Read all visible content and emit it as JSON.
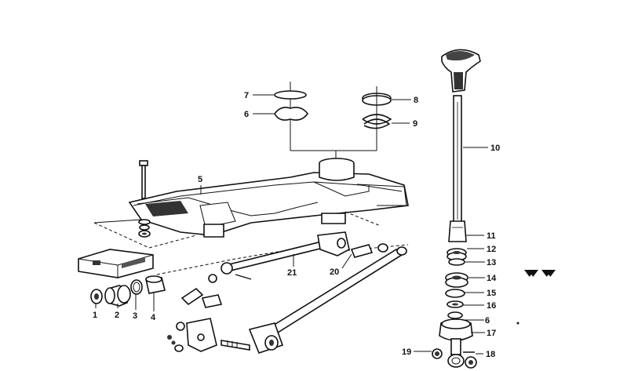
{
  "diagram": {
    "callouts": [
      {
        "id": "1",
        "label": "1"
      },
      {
        "id": "2",
        "label": "2"
      },
      {
        "id": "3",
        "label": "3"
      },
      {
        "id": "4",
        "label": "4"
      },
      {
        "id": "5",
        "label": "5"
      },
      {
        "id": "6a",
        "label": "6"
      },
      {
        "id": "6b",
        "label": "6"
      },
      {
        "id": "7",
        "label": "7"
      },
      {
        "id": "8",
        "label": "8"
      },
      {
        "id": "9",
        "label": "9"
      },
      {
        "id": "10",
        "label": "10"
      },
      {
        "id": "11",
        "label": "11"
      },
      {
        "id": "12",
        "label": "12"
      },
      {
        "id": "13",
        "label": "13"
      },
      {
        "id": "14",
        "label": "14"
      },
      {
        "id": "15",
        "label": "15"
      },
      {
        "id": "16",
        "label": "16"
      },
      {
        "id": "17",
        "label": "17"
      },
      {
        "id": "18",
        "label": "18"
      },
      {
        "id": "19",
        "label": "19"
      },
      {
        "id": "20",
        "label": "20"
      },
      {
        "id": "21",
        "label": "21"
      }
    ],
    "marker_icon": "double-arrowhead-icon"
  }
}
